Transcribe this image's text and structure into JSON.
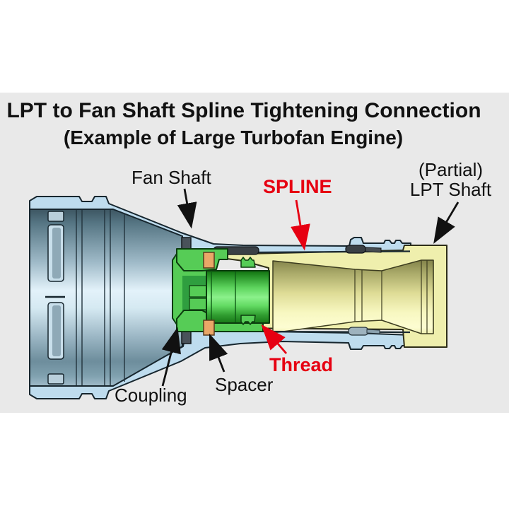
{
  "header": {
    "title": "LPT to Fan Shaft Spline Tightening Connection",
    "subtitle": "(Example of Large Turbofan Engine)"
  },
  "labels": {
    "fan_shaft": {
      "text": "Fan Shaft",
      "color": "#111111"
    },
    "spline": {
      "text": "SPLINE",
      "color": "#e60012"
    },
    "partial": {
      "text": "(Partial)",
      "color": "#111111"
    },
    "lpt_shaft": {
      "text": "LPT Shaft",
      "color": "#111111"
    },
    "thread": {
      "text": "Thread",
      "color": "#e60012"
    },
    "spacer": {
      "text": "Spacer",
      "color": "#111111"
    },
    "coupling": {
      "text": "Coupling",
      "color": "#111111"
    }
  },
  "diagram": {
    "type": "engine cross-section",
    "panel_background": "#e9e9e9",
    "page_background": "#ffffff",
    "parts": [
      {
        "name": "Fan Shaft",
        "fill": "#bedcee",
        "body_shading": "steel blue gradient"
      },
      {
        "name": "LPT Shaft",
        "fill": "#efefad",
        "bore_shading": "olive-yellow gradient"
      },
      {
        "name": "Coupling",
        "fill": "#56cc56"
      },
      {
        "name": "Spacer",
        "fill": "#eaa768"
      },
      {
        "name": "Spline",
        "fill": "#3a4045"
      },
      {
        "name": "Thread",
        "fill": "#8a8a50"
      }
    ]
  }
}
